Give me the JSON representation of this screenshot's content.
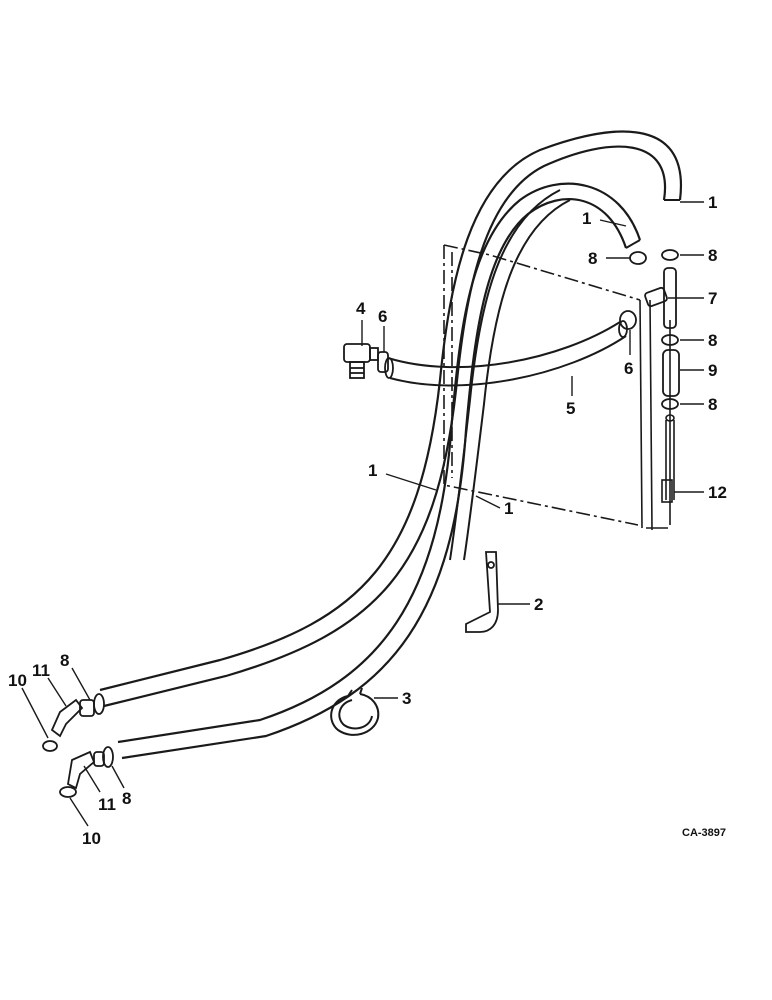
{
  "diagram": {
    "drawing_code": "CA-3897",
    "callouts": [
      "1",
      "1",
      "8",
      "8",
      "7",
      "8",
      "9",
      "8",
      "12",
      "4",
      "6",
      "6",
      "5",
      "1",
      "1",
      "2",
      "3",
      "10",
      "11",
      "8",
      "11",
      "8",
      "10"
    ]
  },
  "colors": {
    "ink": "#1a1a1a",
    "paper": "#ffffff"
  }
}
